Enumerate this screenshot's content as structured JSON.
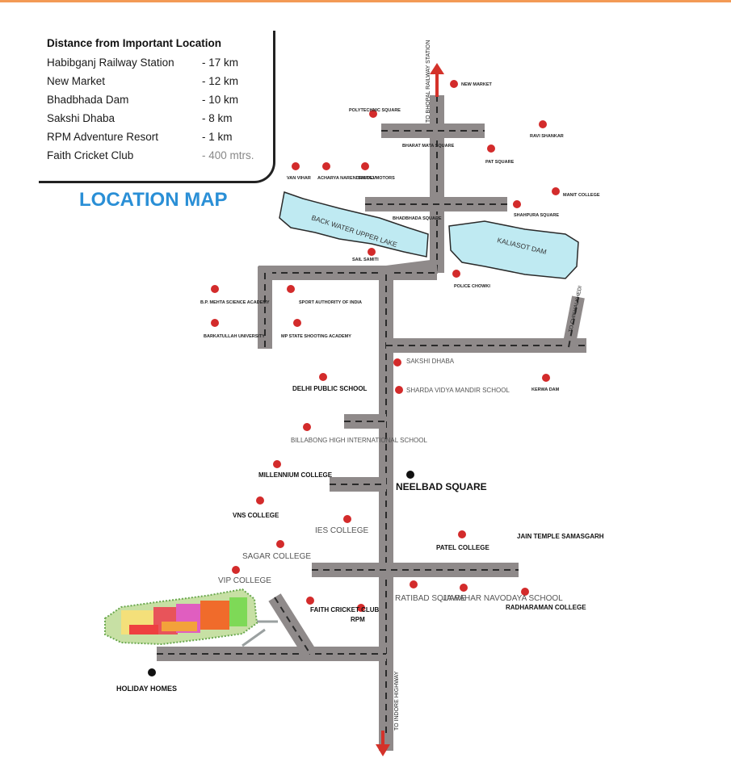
{
  "distance_box": {
    "title": "Distance from Important Location",
    "rows": [
      {
        "place": "Habibganj Railway Station",
        "distance": "- 17 km"
      },
      {
        "place": "New Market",
        "distance": "- 12 km"
      },
      {
        "place": "Bhadbhada Dam",
        "distance": "- 10 km"
      },
      {
        "place": "Sakshi Dhaba",
        "distance": "- 8 km"
      },
      {
        "place": "RPM Adventure Resort",
        "distance": "- 1 km"
      },
      {
        "place": "Faith Cricket Club",
        "distance": "- 400 mtrs."
      }
    ]
  },
  "map_title": "LOCATION MAP",
  "road_labels": {
    "top": "TO BHOPAL RAILWAY STATION",
    "bottom": "TO INDORE HIGHWAY",
    "right": "TO CHIKHALKHEDI"
  },
  "water_bodies": {
    "upper_lake": "BACK WATER UPPER LAKE",
    "kaliasot": "KALIASOT DAM"
  },
  "places_small": [
    "NEW MARKET",
    "POLYTECHNIC SQUARE",
    "BHARAT MATA SQUARE",
    "RAVI SHANKAR",
    "PAT SQUARE",
    "VAN VIHAR",
    "ACHARYA NARENDRA DEV",
    "SAIRAJ MOTORS",
    "MANIT COLLEGE",
    "SHAHPURA SQUARE",
    "BHADBHADA SQUARE",
    "SAIL SAMITI",
    "POLICE CHOWKI",
    "B.P. MEHTA SCIENCE ACADEMY",
    "SPORT AUTHORITY OF INDIA",
    "BARKATULLAH UNIVERSITY",
    "MP STATE SHOOTING ACADEMY",
    "KERWA DAM"
  ],
  "places": {
    "sakshi_dhaba": "SAKSHI DHABA",
    "delhi_public_school": "DELHI PUBLIC SCHOOL",
    "sharda_vidya": "SHARDA VIDYA MANDIR SCHOOL",
    "billabong": "BILLABONG HIGH INTERNATIONAL SCHOOL",
    "millennium": "MILLENNIUM COLLEGE",
    "neelbad": "NEELBAD SQUARE",
    "vns": "VNS COLLEGE",
    "ies": "IES COLLEGE",
    "patel": "PATEL COLLEGE",
    "jain_temple": "JAIN TEMPLE SAMASGARH",
    "sagar": "SAGAR COLLEGE",
    "vip": "VIP COLLEGE",
    "ratibad": "RATIBAD SQUARE",
    "jawahar": "JAWAHAR NAVODAYA SCHOOL",
    "radharaman": "RADHARAMAN COLLEGE",
    "faith": "FAITH CRICKET CLUB",
    "rpm": "RPM",
    "holiday_homes": "HOLIDAY HOMES"
  },
  "colors": {
    "road": "#8f8a8a",
    "road_dash": "#2a2a2a",
    "marker": "#d32b2b",
    "water": "#bfeaf2",
    "water_edge": "#2a2a2a",
    "arrow": "#d4322a",
    "title": "#2a8fd6"
  }
}
